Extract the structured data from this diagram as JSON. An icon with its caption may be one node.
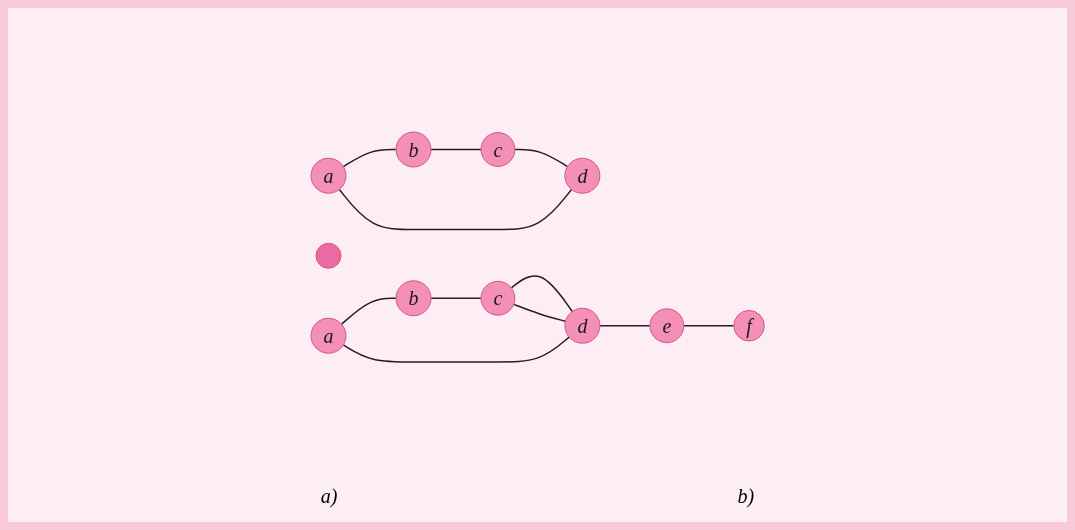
{
  "diagram": {
    "nodes": [
      {
        "text": [
          "a"
        ]
      },
      {
        "text": [
          "b"
        ]
      },
      {
        "text": [
          "c"
        ]
      },
      {
        "text": [
          "d"
        ]
      },
      {
        "text": [],
        "shape": "circle"
      },
      {
        "text": [
          "a"
        ]
      },
      {
        "text": [
          "b"
        ]
      },
      {
        "text": [
          "c"
        ]
      },
      {
        "text": [
          "d"
        ]
      },
      {
        "text": [
          "e"
        ]
      },
      {
        "text": [
          "f"
        ]
      }
    ],
    "edges": [
      {
        "from": 0,
        "to": 1,
        "arrow": "none"
      },
      {
        "from": 1,
        "to": 2,
        "arrow": "none"
      },
      {
        "from": 2,
        "to": 3,
        "arrow": "none"
      },
      {
        "from": 3,
        "to": 0,
        "arrow": "none"
      },
      {
        "from": 6,
        "to": 7,
        "arrow": "none"
      },
      {
        "from": 7,
        "to": 8,
        "arrow": "none"
      },
      {
        "from": 7,
        "to": 8,
        "arrow": "none"
      },
      {
        "from": 8,
        "to": 5,
        "arrow": "none"
      },
      {
        "from": 5,
        "to": 6,
        "arrow": "none"
      },
      {
        "from": 8,
        "to": 9,
        "arrow": "none"
      },
      {
        "from": 9,
        "to": 10,
        "arrow": "none"
      }
    ],
    "labels": [
      "a)",
      "b)"
    ]
  }
}
